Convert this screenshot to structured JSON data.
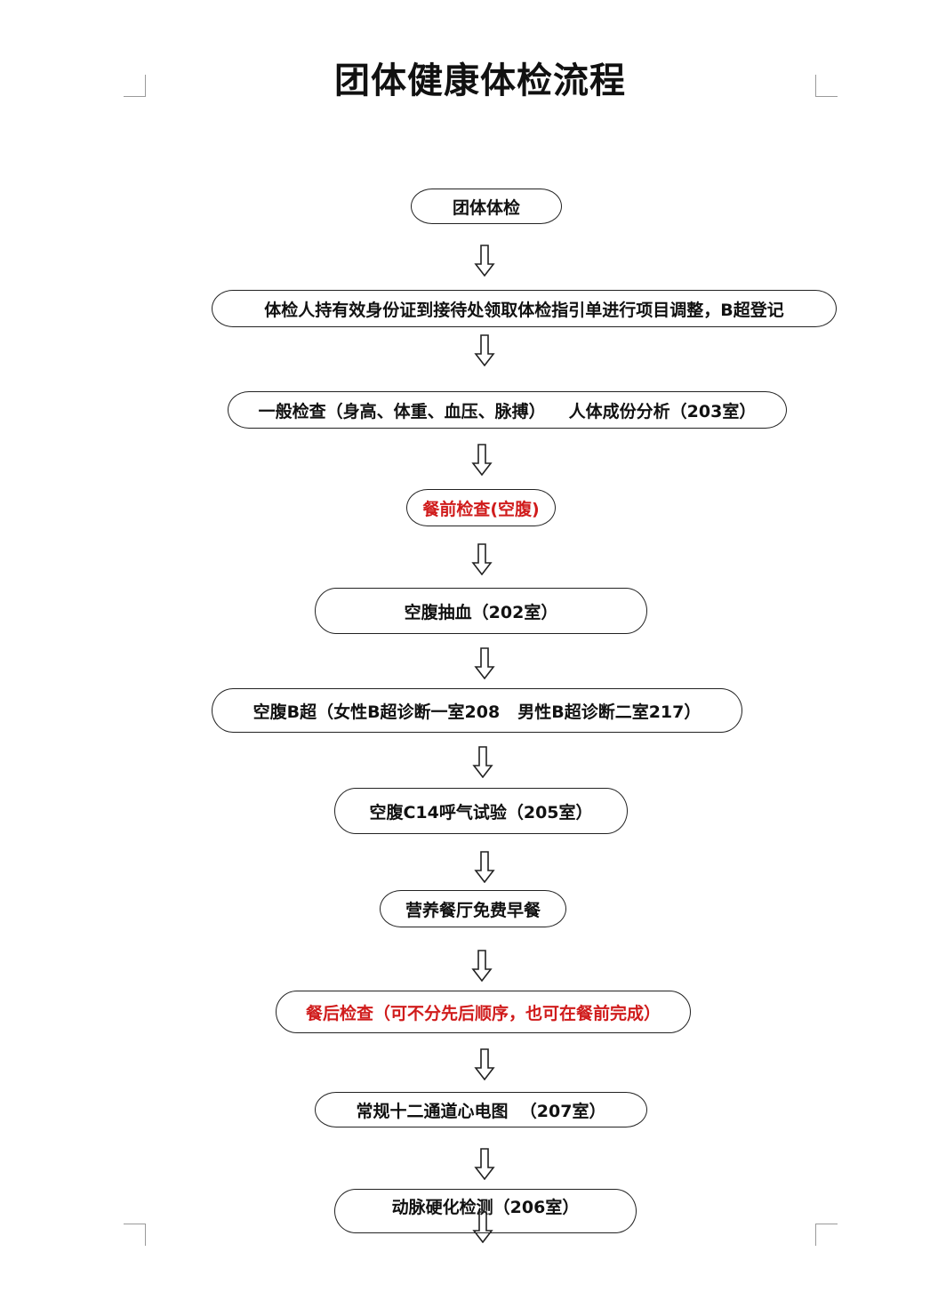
{
  "title": "团体健康体检流程",
  "colors": {
    "text": "#111111",
    "highlight": "#d01c1c",
    "border": "#222222"
  },
  "steps": [
    {
      "label": "团体体检"
    },
    {
      "label": "体检人持有效身份证到接待处领取体检指引单进行项目调整，B超登记"
    },
    {
      "label_a": "一般检查（身高、体重、血压、脉搏）",
      "label_b": "人体成份分析（203室）"
    },
    {
      "label": "餐前检查(空腹)"
    },
    {
      "label": "空腹抽血（202室）"
    },
    {
      "label_a": "空腹B超（女性B超诊断一室208",
      "label_b": "男性B超诊断二室217）"
    },
    {
      "label": "空腹C14呼气试验（205室）"
    },
    {
      "label": "营养餐厅免费早餐"
    },
    {
      "label": "餐后检查（可不分先后顺序，也可在餐前完成）"
    },
    {
      "label": "常规十二通道心电图  （207室）"
    },
    {
      "label": "动脉硬化检测（206室）"
    }
  ],
  "arrow_icon": "hollow-down-arrow-icon"
}
